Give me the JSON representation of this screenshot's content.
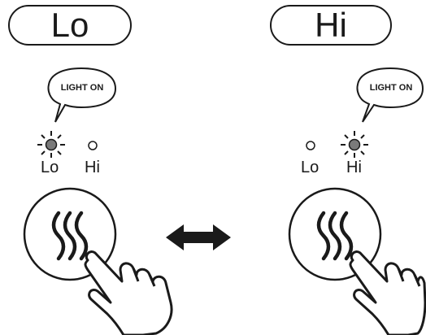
{
  "modes": [
    {
      "title": "Lo",
      "bubble": "LIGHT ON",
      "indicator_labels": [
        "Lo",
        "Hi"
      ],
      "lit_indicator": "Lo"
    },
    {
      "title": "Hi",
      "bubble": "LIGHT ON",
      "indicator_labels": [
        "Lo",
        "Hi"
      ],
      "lit_indicator": "Hi"
    }
  ],
  "colors": {
    "line": "#1a1a1a",
    "lit_led": "#7a7a7a",
    "background": "#ffffff"
  },
  "icons": [
    "heat-waves-icon",
    "pointing-hand-icon",
    "double-arrow-icon",
    "light-rays-icon"
  ]
}
